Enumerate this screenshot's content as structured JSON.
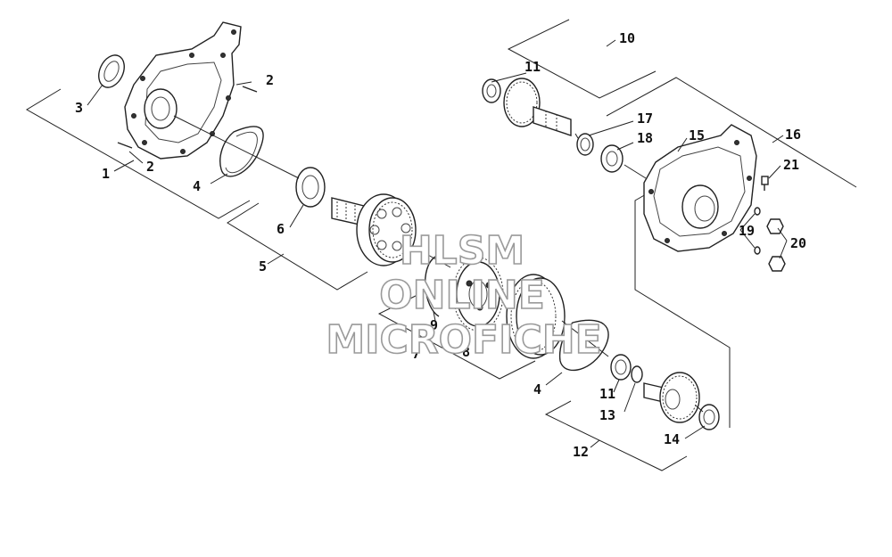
{
  "callouts": {
    "c1": "1",
    "c2a": "2",
    "c2b": "2",
    "c3": "3",
    "c4a": "4",
    "c4b": "4",
    "c5": "5",
    "c6": "6",
    "c7": "7",
    "c8": "8",
    "c9": "9",
    "c10": "10",
    "c11a": "11",
    "c11b": "11",
    "c12": "12",
    "c13": "13",
    "c14": "14",
    "c15": "15",
    "c16": "16",
    "c17": "17",
    "c18": "18",
    "c19": "19",
    "c20": "20",
    "c21": "21"
  },
  "watermark": {
    "line1": "HLSM",
    "line2": "ONLINE",
    "line3": "MICROFICHE"
  }
}
